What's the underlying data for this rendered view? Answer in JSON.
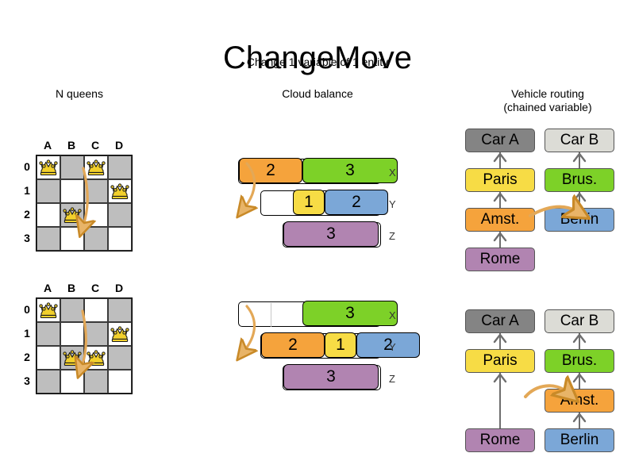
{
  "header": {
    "title": "ChangeMove",
    "subtitle": "Change 1 variable of 1 entity"
  },
  "sections": [
    {
      "id": "n-queens",
      "title": "N queens"
    },
    {
      "id": "cloud-balance",
      "title": "Cloud balance"
    },
    {
      "id": "vehicle-routing",
      "title_line1": "Vehicle routing",
      "title_line2": "(chained variable)"
    }
  ],
  "colors": {
    "orange": "#F5A33C",
    "green": "#7DD128",
    "yellow": "#F7DC45",
    "blue": "#7BA7D7",
    "purple": "#B184B1",
    "car_a": "#848484",
    "car_b": "#DCDCD6",
    "arrow": "#E0A košt",
    "arrow_fill": "#E8B468",
    "arrow_stroke": "#C98A28",
    "board_dark": "#BEBEBE",
    "board_light": "#FFFFFF",
    "queen": "#F2D02C"
  },
  "n_queens": {
    "file_labels": [
      "A",
      "B",
      "C",
      "D"
    ],
    "rank_labels": [
      "0",
      "1",
      "2",
      "3"
    ],
    "before": {
      "queens": [
        {
          "file": 0,
          "rank": 0
        },
        {
          "file": 2,
          "rank": 0
        },
        {
          "file": 3,
          "rank": 1
        },
        {
          "file": 1,
          "rank": 2
        }
      ],
      "move_arrow": {
        "from_file": 2,
        "from_rank": 0,
        "to_file": 2,
        "to_rank": 2
      }
    },
    "after": {
      "queens": [
        {
          "file": 0,
          "rank": 0
        },
        {
          "file": 3,
          "rank": 1
        },
        {
          "file": 1,
          "rank": 2
        },
        {
          "file": 2,
          "rank": 2
        }
      ],
      "move_arrow": {
        "from_file": 2,
        "from_rank": 0,
        "to_file": 2,
        "to_rank": 2
      }
    }
  },
  "cloud_balance": {
    "row_labels": [
      "X",
      "Y",
      "Z"
    ],
    "before": {
      "rows": [
        {
          "label": "X",
          "processes": [
            {
              "value": "2",
              "color": "#F5A33C",
              "units": 2
            },
            {
              "value": "3",
              "color": "#7DD128",
              "units": 3
            }
          ],
          "leading_empty": 1
        },
        {
          "label": "Y",
          "processes": [
            {
              "value": "1",
              "color": "#F7DC45",
              "units": 1
            },
            {
              "value": "2",
              "color": "#7BA7D7",
              "units": 2
            }
          ],
          "leading_empty": 2
        },
        {
          "label": "Z",
          "processes": [
            {
              "value": "3",
              "color": "#B184B1",
              "units": 3
            }
          ],
          "leading_empty": 1
        }
      ]
    },
    "after": {
      "rows": [
        {
          "label": "X",
          "processes": [
            {
              "value": "3",
              "color": "#7DD128",
              "units": 3
            }
          ],
          "leading_empty": 3
        },
        {
          "label": "Y",
          "processes": [
            {
              "value": "2",
              "color": "#F5A33C",
              "units": 2
            },
            {
              "value": "1",
              "color": "#F7DC45",
              "units": 1
            },
            {
              "value": "2",
              "color": "#7BA7D7",
              "units": 2
            }
          ],
          "leading_empty": 0
        },
        {
          "label": "Z",
          "processes": [
            {
              "value": "3",
              "color": "#B184B1",
              "units": 3
            }
          ],
          "leading_empty": 1
        }
      ]
    },
    "moved_process": "2"
  },
  "vehicle_routing": {
    "before": {
      "chains": [
        {
          "vehicle": "Car A",
          "vehicle_color": "#848484",
          "stops": [
            {
              "label": "Paris",
              "color": "#F7DC45"
            },
            {
              "label": "Amst.",
              "color": "#F5A33C"
            },
            {
              "label": "Rome",
              "color": "#B184B1"
            }
          ]
        },
        {
          "vehicle": "Car B",
          "vehicle_color": "#DCDCD6",
          "stops": [
            {
              "label": "Brus.",
              "color": "#7DD128"
            },
            {
              "label": "Berlin",
              "color": "#7BA7D7"
            }
          ]
        }
      ]
    },
    "after": {
      "chains": [
        {
          "vehicle": "Car A",
          "vehicle_color": "#848484",
          "stops": [
            {
              "label": "Paris",
              "color": "#F7DC45"
            },
            {
              "label": "Rome",
              "color": "#B184B1"
            }
          ]
        },
        {
          "vehicle": "Car B",
          "vehicle_color": "#DCDCD6",
          "stops": [
            {
              "label": "Brus.",
              "color": "#7DD128"
            },
            {
              "label": "Amst.",
              "color": "#F5A33C"
            },
            {
              "label": "Berlin",
              "color": "#7BA7D7"
            }
          ]
        }
      ]
    },
    "moved_stop": "Amst."
  }
}
